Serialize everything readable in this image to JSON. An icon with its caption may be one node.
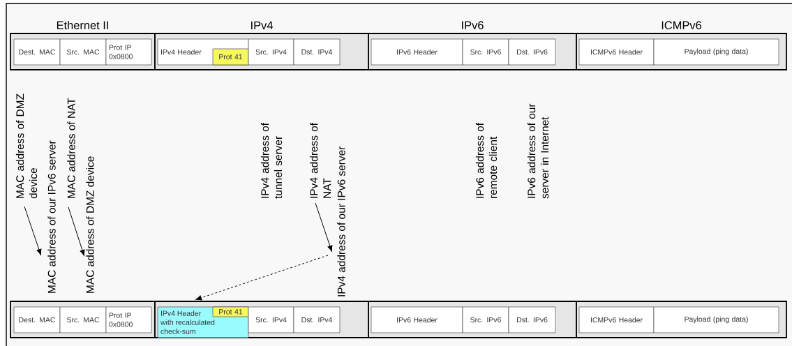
{
  "diagram": {
    "nodes": [
      {
        "text": [
          "Ethernet II"
        ]
      },
      {
        "text": [
          "Dest. MAC"
        ],
        "in": 0
      },
      {
        "text": [
          "Src. MAC"
        ],
        "in": 0
      },
      {
        "text": [
          "Prot IP 0x0800"
        ],
        "in": 0
      },
      {
        "text": [
          "IPv4"
        ]
      },
      {
        "text": [
          "IPv4 Header"
        ],
        "in": 4
      },
      {
        "text": [
          "Prot 41"
        ],
        "in": 5
      },
      {
        "text": [
          "Src. IPv4"
        ],
        "in": 4
      },
      {
        "text": [
          "Dst. IPv4"
        ],
        "in": 4
      },
      {
        "text": [
          "IPv6"
        ]
      },
      {
        "text": [
          "IPv6 Header"
        ],
        "in": 9
      },
      {
        "text": [
          "Src. IPv6"
        ],
        "in": 9
      },
      {
        "text": [
          "Dst. IPv6"
        ],
        "in": 9
      },
      {
        "text": [
          "ICMPv6"
        ]
      },
      {
        "text": [
          "ICMPv6 Header"
        ],
        "in": 13
      },
      {
        "text": [
          "Payload (ping data)"
        ],
        "in": 13
      },
      {
        "text": [
          "MAC address of DMZ device"
        ]
      },
      {
        "text": [
          "MAC address of our IPv6 server"
        ]
      },
      {
        "text": [
          "MAC address of NAT"
        ]
      },
      {
        "text": [
          "MAC address of DMZ device"
        ]
      },
      {
        "text": [
          "IPv4 address of tunnel server"
        ]
      },
      {
        "text": [
          "IPv4 address of NAT"
        ]
      },
      {
        "text": [
          "IPv4 address of our IPv6 server"
        ]
      },
      {
        "text": [
          "IPv6 address of remote client"
        ]
      },
      {
        "text": [
          "IPv6 address of our server in Internet"
        ]
      },
      {
        "text": [],
        "shape": "box"
      },
      {
        "text": [
          "Dest. MAC"
        ],
        "in": 25
      },
      {
        "text": [
          "Src. MAC"
        ],
        "in": 25
      },
      {
        "text": [
          "Prot IP 0x0800"
        ],
        "in": 25
      },
      {
        "text": [],
        "shape": "box"
      },
      {
        "text": [
          "IPv4 Header with recalculated check-sum"
        ],
        "in": 29
      },
      {
        "text": [
          "Prot 41"
        ],
        "in": 30
      },
      {
        "text": [
          "Src. IPv4"
        ],
        "in": 29
      },
      {
        "text": [
          "Dst. IPv4"
        ],
        "in": 29
      },
      {
        "text": [],
        "shape": "box"
      },
      {
        "text": [
          "IPv6 Header"
        ],
        "in": 34
      },
      {
        "text": [
          "Src. IPv6"
        ],
        "in": 34
      },
      {
        "text": [
          "Dst. IPv6"
        ],
        "in": 34
      },
      {
        "text": [],
        "shape": "box"
      },
      {
        "text": [
          "ICMPv6 Header"
        ],
        "in": 38
      },
      {
        "text": [
          "Payload (ping data)"
        ],
        "in": 38
      }
    ],
    "edges": [
      {
        "from": 16,
        "to": 17,
        "arrow": "to"
      },
      {
        "from": 18,
        "to": 19,
        "arrow": "to"
      },
      {
        "from": 21,
        "to": 22,
        "arrow": "to"
      },
      {
        "from": 22,
        "to": 30,
        "arrow": "to",
        "style": "dashed"
      }
    ]
  }
}
